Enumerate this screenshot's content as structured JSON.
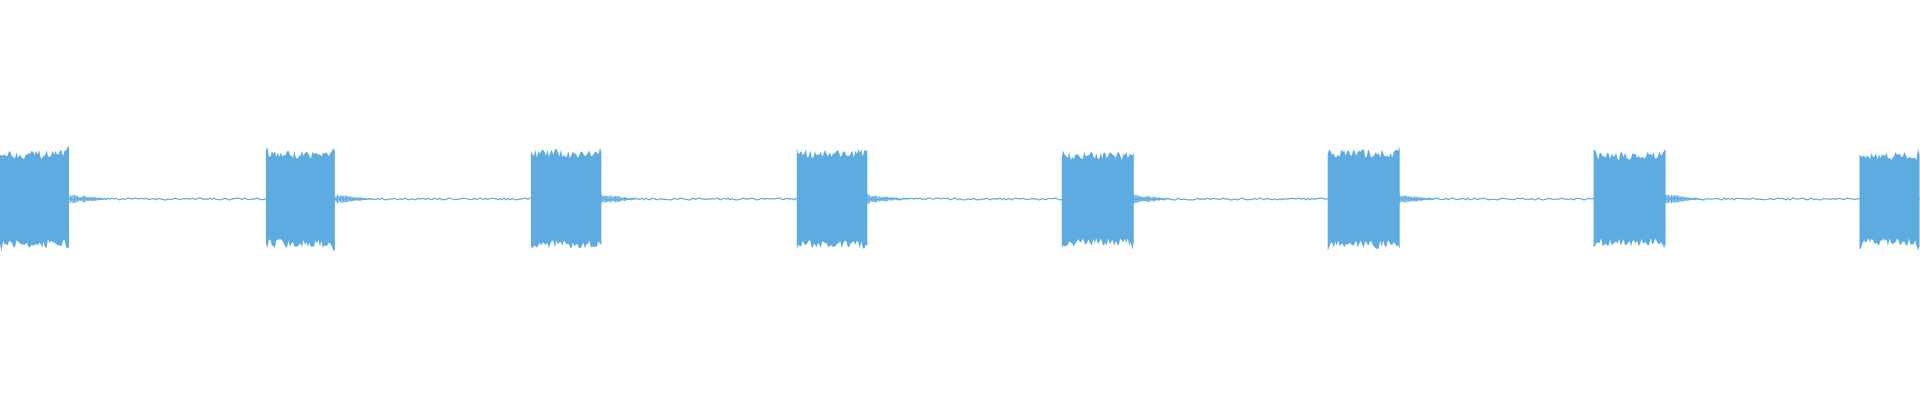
{
  "waveform": {
    "color": "#5dabe1",
    "bursts": [
      {
        "start": 0.0,
        "end": 0.0365,
        "amp": 0.98
      },
      {
        "start": 0.1385,
        "end": 0.175,
        "amp": 0.98
      },
      {
        "start": 0.2765,
        "end": 0.3135,
        "amp": 1.0
      },
      {
        "start": 0.415,
        "end": 0.452,
        "amp": 1.0
      },
      {
        "start": 0.553,
        "end": 0.5905,
        "amp": 0.95
      },
      {
        "start": 0.6915,
        "end": 0.729,
        "amp": 1.0
      },
      {
        "start": 0.83,
        "end": 0.8675,
        "amp": 0.95
      },
      {
        "start": 0.9685,
        "end": 1.0,
        "amp": 0.95
      }
    ],
    "silence_level": 0.02
  }
}
